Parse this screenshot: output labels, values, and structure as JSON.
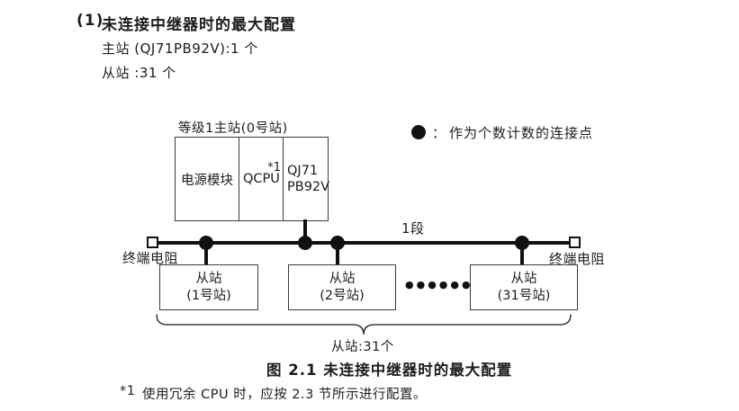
{
  "text": {
    "heading_number": "(1)",
    "heading": "未连接中继器时的最大配置",
    "master_line": "主站 (QJ71PB92V):1 个",
    "slave_line": "从站 :31 个"
  },
  "diagram": {
    "master_station_label": "等级1主站(0号站)",
    "master_modules": [
      {
        "label": "电源模块"
      },
      {
        "label": "QCPU",
        "note": "*1"
      },
      {
        "line1": "QJ71",
        "line2": "PB92V"
      }
    ],
    "legend": {
      "colon": "：",
      "label": "作为个数计数的连接点"
    },
    "segment_label": "1段",
    "terminator_left": "终端电阻",
    "terminator_right": "终端电阻",
    "slaves": [
      {
        "name": "从站",
        "station": "(1号站)"
      },
      {
        "name": "从站",
        "station": "(2号站)"
      },
      {
        "name": "从站",
        "station": "(31号站)"
      }
    ],
    "ellipsis": "●●●●●●",
    "brace_label": "从站:31个"
  },
  "caption": "图 2.1 未连接中继器时的最大配置",
  "footnote": {
    "marker": "*1",
    "text": "使用冗余 CPU 时，应按 2.3 节所示进行配置。"
  },
  "colors": {
    "ink": "#111111",
    "border": "#3a3a3a",
    "background": "#ffffff"
  }
}
